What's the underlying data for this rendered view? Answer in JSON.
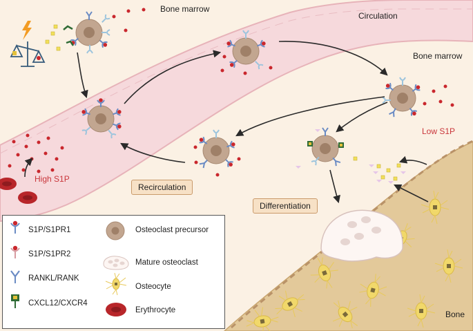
{
  "labels": {
    "bone_marrow_top": "Bone marrow",
    "circulation": "Circulation",
    "bone_marrow_right": "Bone marrow",
    "low_s1p": "Low S1P",
    "high_s1p": "High S1P",
    "recirculation": "Recirculation",
    "differentiation": "Differentiation",
    "bone": "Bone"
  },
  "legend": {
    "items": [
      {
        "label": "S1P/S1PR1",
        "icon": "s1pr1-receptor-icon"
      },
      {
        "label": "S1P/S1PR2",
        "icon": "s1pr2-receptor-icon"
      },
      {
        "label": "RANKL/RANK",
        "icon": "rankl-rank-icon"
      },
      {
        "label": "CXCL12/CXCR4",
        "icon": "cxcl12-cxcr4-icon"
      },
      {
        "label": "Osteoclast precursor",
        "icon": "osteoclast-precursor-icon"
      },
      {
        "label": "Mature osteoclast",
        "icon": "mature-osteoclast-icon"
      },
      {
        "label": "Osteocyte",
        "icon": "osteocyte-icon"
      },
      {
        "label": "Erythrocyte",
        "icon": "erythrocyte-icon"
      }
    ]
  },
  "colors": {
    "background": "#fbf1e4",
    "vessel": "#f6d9dc",
    "vessel_wall": "#e7b3b9",
    "bone": "#e3c99a",
    "cell": "#c2a690",
    "nucleus": "#9f8068",
    "s1p": "#c9272d",
    "receptor_blue": "#6a8bc4",
    "cxcl12": "#2f6b35",
    "cxcl12_ligand": "#e3c13a",
    "osteocyte": "#f1d86a"
  }
}
